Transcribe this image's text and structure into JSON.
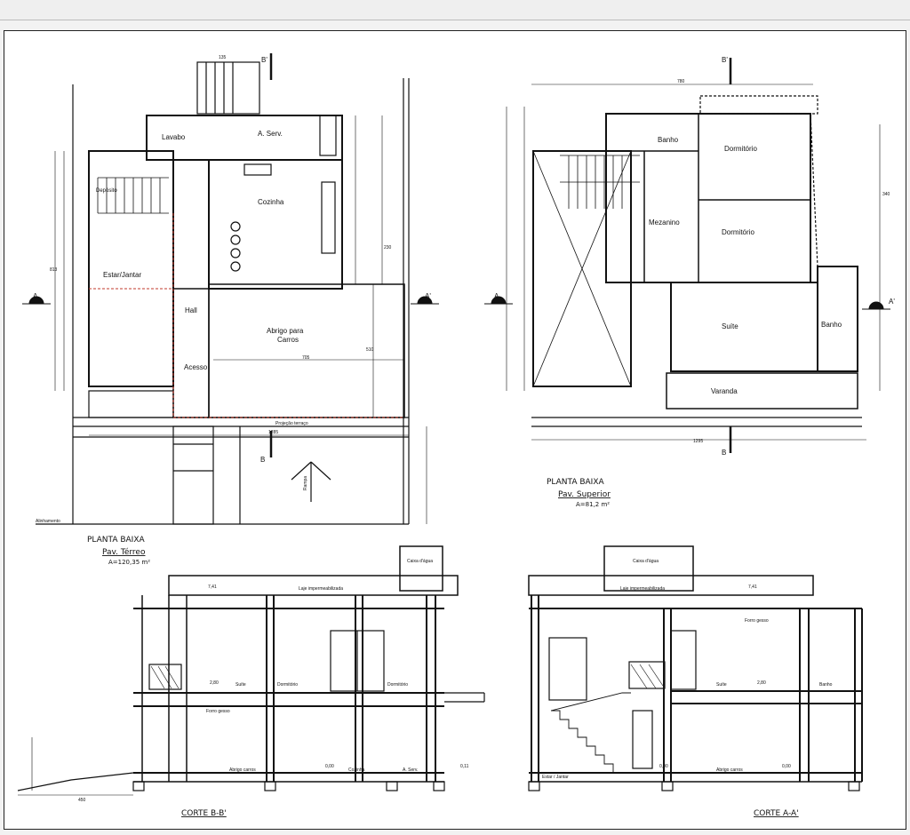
{
  "titles": {
    "ground": {
      "title": "PLANTA BAIXA",
      "subtitle": "Pav. Térreo",
      "area": "A=120,35 m²"
    },
    "upper": {
      "title": "PLANTA BAIXA",
      "subtitle": "Pav. Superior",
      "area": "A=81,2 m²"
    },
    "corte_b": "CORTE B-B'",
    "corte_a": "CORTE A-A'"
  },
  "ground_rooms": {
    "lavabo": "Lavabo",
    "a_serv": "A. Serv.",
    "deposito": "Depósito",
    "cozinha": "Cozinha",
    "estar_jantar": "Estar/Jantar",
    "hall": "Hall",
    "abrigo": "Abrigo para",
    "abrigo2": "Carros",
    "acesso": "Acesso"
  },
  "upper_rooms": {
    "banho1": "Banho",
    "dormitorio1": "Dormitório",
    "mezanino": "Mezanino",
    "dormitorio2": "Dormitório",
    "suite": "Suíte",
    "banho2": "Banho",
    "varanda": "Varanda"
  },
  "section_labels": {
    "laje": "Laje impermeabilizada",
    "caixa_b": "Caixa d'água",
    "caixa_a": "Caixa d'água",
    "suite_b": "Suíte",
    "dorm_b": "Dormitório",
    "dorm_b2": "Dormitório",
    "abrigo_b": "Abrigo carros",
    "cozinha_b": "Cozinha",
    "aserv_b": "A. Serv.",
    "suite_a": "Suíte",
    "banho_a": "Banho",
    "estar_a": "Estar / Jantar",
    "abrigo_a": "Abrigo carros",
    "forro": "Forro gesso"
  },
  "markers": {
    "a": "A",
    "a_prime": "A'",
    "b": "B",
    "b_prime": "B'"
  },
  "dims": {
    "ground_total": "1285",
    "upper_total": "1295",
    "upper_top": "780",
    "ground_top_a": "135",
    "ground_side": "813",
    "ground_right": "230",
    "upper_right": "340",
    "garage_w": "705",
    "garage_h": "510",
    "corte_b_base": "450",
    "level_741": "7,41",
    "level_741b": "7,41",
    "level_000": "0,00",
    "level_280": "2,80",
    "level_280b": "2,80",
    "level_000b": "0,00",
    "level_000c": "0,00",
    "level_011": "0,11"
  },
  "notes": {
    "alinhamento": "Alinhamento",
    "projecao": "Projeção terraço",
    "rampa": "Rampa"
  }
}
